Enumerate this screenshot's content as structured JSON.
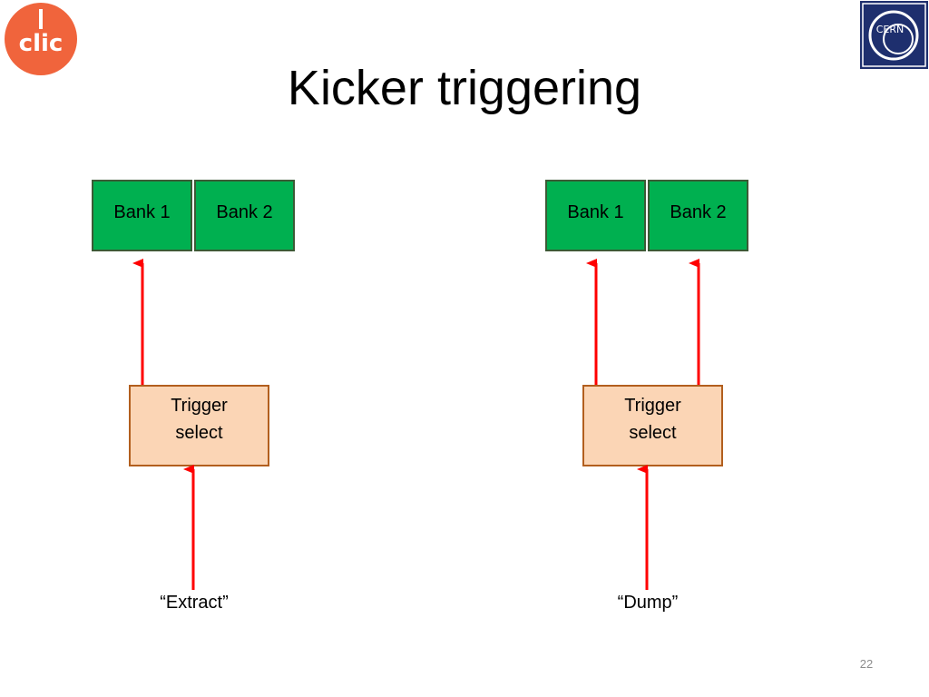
{
  "slide": {
    "title": "Kicker triggering",
    "page_number": "22"
  },
  "logos": {
    "clic": {
      "name": "clic-logo",
      "color": "#f0643c",
      "text": "CLIC"
    },
    "cern": {
      "name": "cern-logo",
      "color": "#1e2f6e",
      "text": "CERN"
    }
  },
  "colors": {
    "bank_fill": "#00b050",
    "trigger_fill": "#fbd5b5",
    "trigger_border": "#b25f1e",
    "arrow": "#ff0000"
  },
  "diagram": {
    "left": {
      "bank1": "Bank 1",
      "bank2": "Bank 2",
      "trigger": [
        "Trigger",
        "select"
      ],
      "input": "“Extract”"
    },
    "right": {
      "bank1": "Bank 1",
      "bank2": "Bank 2",
      "trigger": [
        "Trigger",
        "select"
      ],
      "input": "“Dump”"
    }
  }
}
